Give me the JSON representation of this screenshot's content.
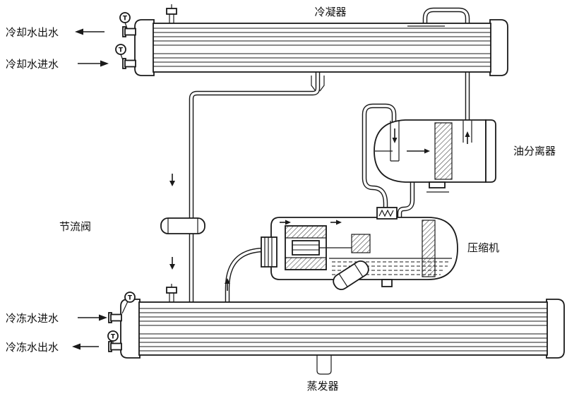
{
  "diagram": {
    "kind": "water-chiller-refrigeration-schematic",
    "colors": {
      "line": "#1a1a1a",
      "background": "#ffffff"
    },
    "labels": {
      "condenser": "冷凝器",
      "oil_separator": "油分离器",
      "compressor": "压缩机",
      "throttle_valve": "节流阀",
      "evaporator": "蒸发器"
    },
    "water_ports": {
      "cooling_out": "冷却水出水",
      "cooling_in": "冷却水进水",
      "chilled_in": "冷冻水进水",
      "chilled_out": "冷冻水出水"
    },
    "sensor": {
      "temperature": "T"
    }
  }
}
